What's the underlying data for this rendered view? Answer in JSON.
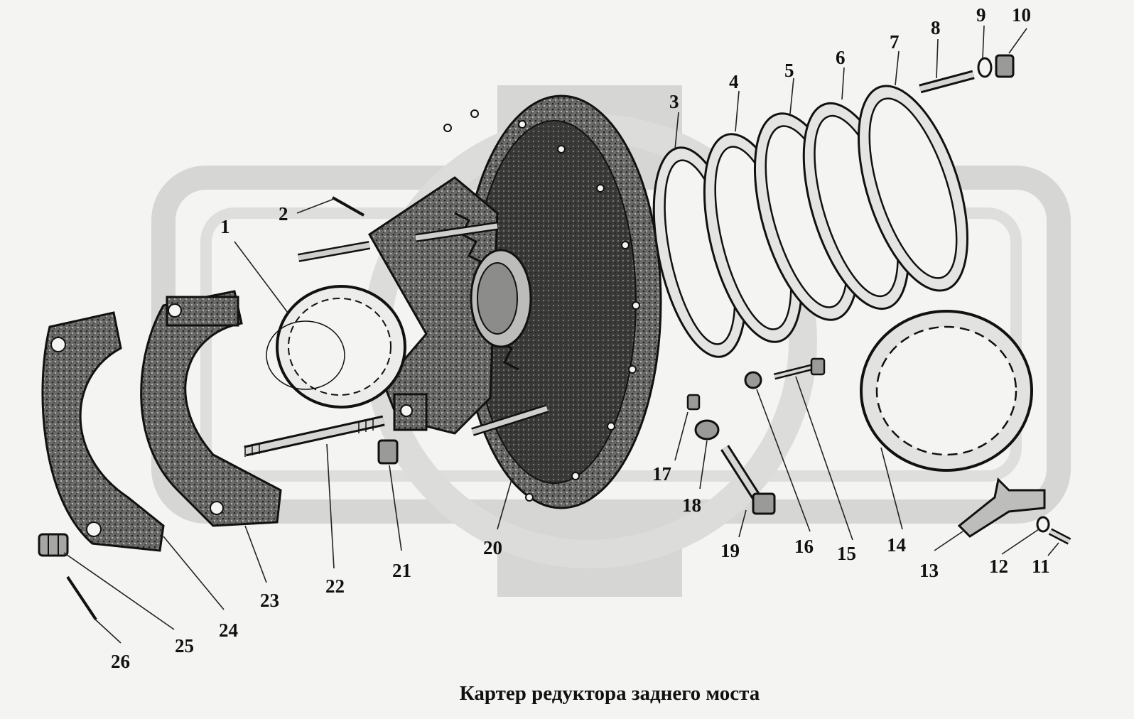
{
  "caption": "Картер редуктора заднего моста",
  "colors": {
    "background": "#f4f4f2",
    "watermark": "#d6d6d4",
    "ink": "#111111",
    "casting": "#5a5a58"
  },
  "callouts": [
    "1",
    "2",
    "3",
    "4",
    "5",
    "6",
    "7",
    "8",
    "9",
    "10",
    "11",
    "12",
    "13",
    "14",
    "15",
    "16",
    "17",
    "18",
    "19",
    "20",
    "21",
    "22",
    "23",
    "24",
    "25",
    "26"
  ]
}
